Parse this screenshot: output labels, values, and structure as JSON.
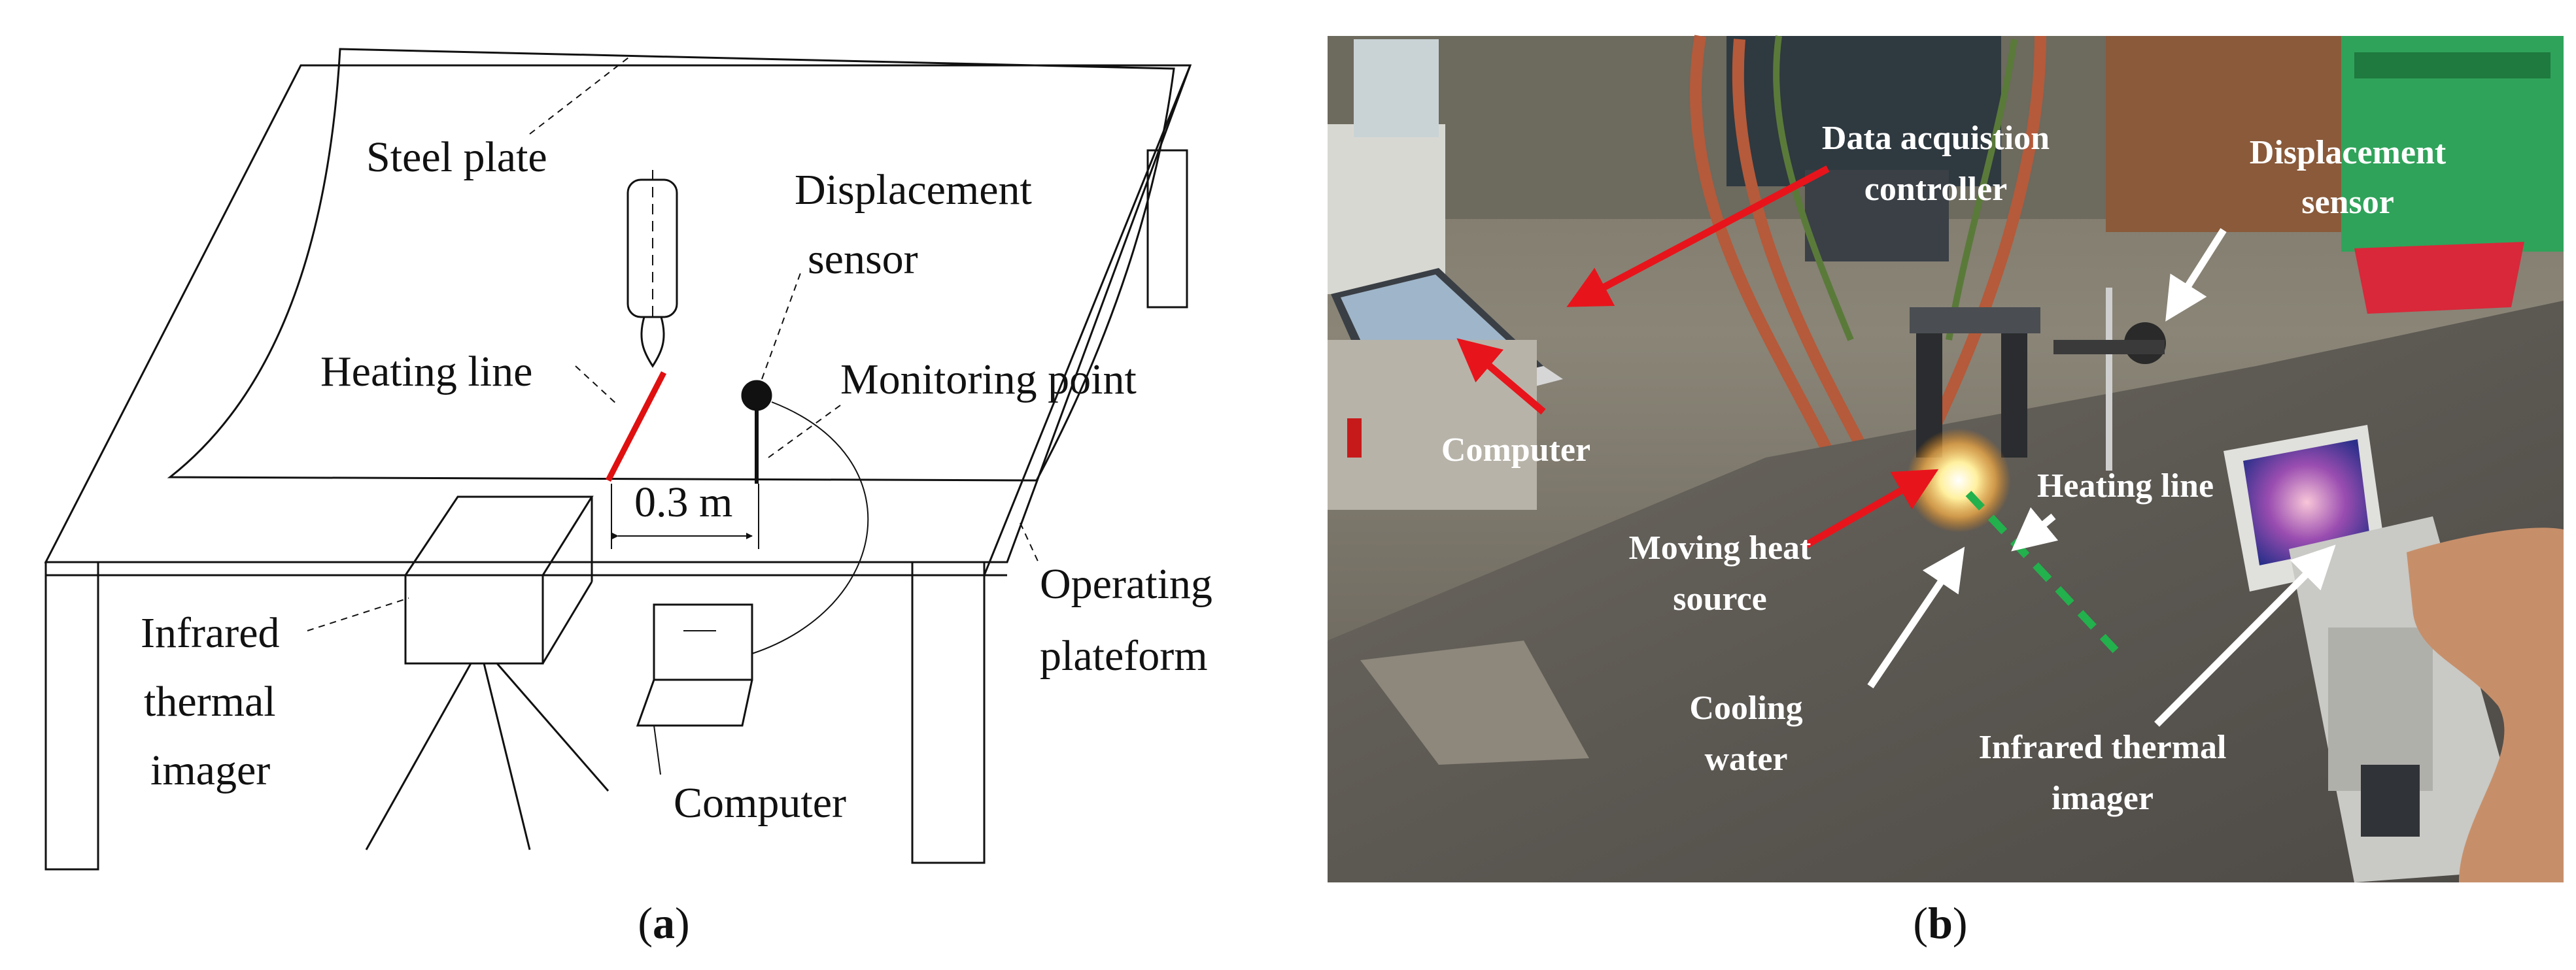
{
  "panel_a": {
    "caption": "(a)",
    "caption_open": "(",
    "caption_letter": "a",
    "caption_close": ")",
    "labels": {
      "steel_plate": "Steel plate",
      "displacement_sensor_line1": "Displacement",
      "displacement_sensor_line2": "sensor",
      "heating_line": "Heating line",
      "monitoring_point": "Monitoring point",
      "distance": "0.3 m",
      "operating_platform_line1": "Operating",
      "operating_platform_line2": "plateform",
      "infrared_line1": "Infrared",
      "infrared_line2": "thermal",
      "infrared_line3": "imager",
      "computer": "Computer"
    },
    "colors": {
      "heating_line": "#e01010",
      "lines": "#111111"
    }
  },
  "panel_b": {
    "caption": "(b)",
    "caption_open": "(",
    "caption_letter": "b",
    "caption_close": ")",
    "labels": {
      "data_acq_line1": "Data acquistion",
      "data_acq_line2": "controller",
      "displacement_line1": "Displacement",
      "displacement_line2": "sensor",
      "computer": "Computer",
      "heating_line": "Heating line",
      "moving_heat_line1": "Moving heat",
      "moving_heat_line2": "source",
      "cooling_line1": "Cooling",
      "cooling_line2": "water",
      "infrared_line1": "Infrared thermal",
      "infrared_line2": "imager"
    },
    "colors": {
      "red_arrow": "#e8141b",
      "white_arrow": "#ffffff",
      "heating_dash": "#22b14c"
    }
  }
}
